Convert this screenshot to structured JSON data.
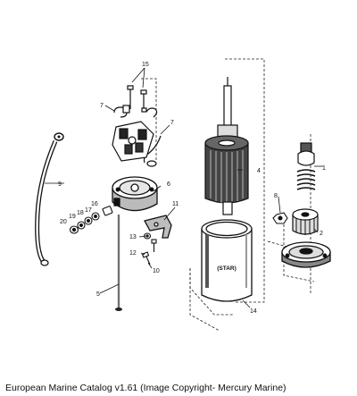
{
  "caption": "European Marine Catalog v1.61 (Image Copyright- Mercury Marine)",
  "diagram": {
    "callouts": [
      "1",
      "2",
      "4",
      "5",
      "6",
      "7",
      "7",
      "8",
      "9",
      "10",
      "11",
      "12",
      "13",
      "14",
      "15",
      "16",
      "17",
      "18",
      "19",
      "20"
    ],
    "housing_label": "(STAR)"
  }
}
